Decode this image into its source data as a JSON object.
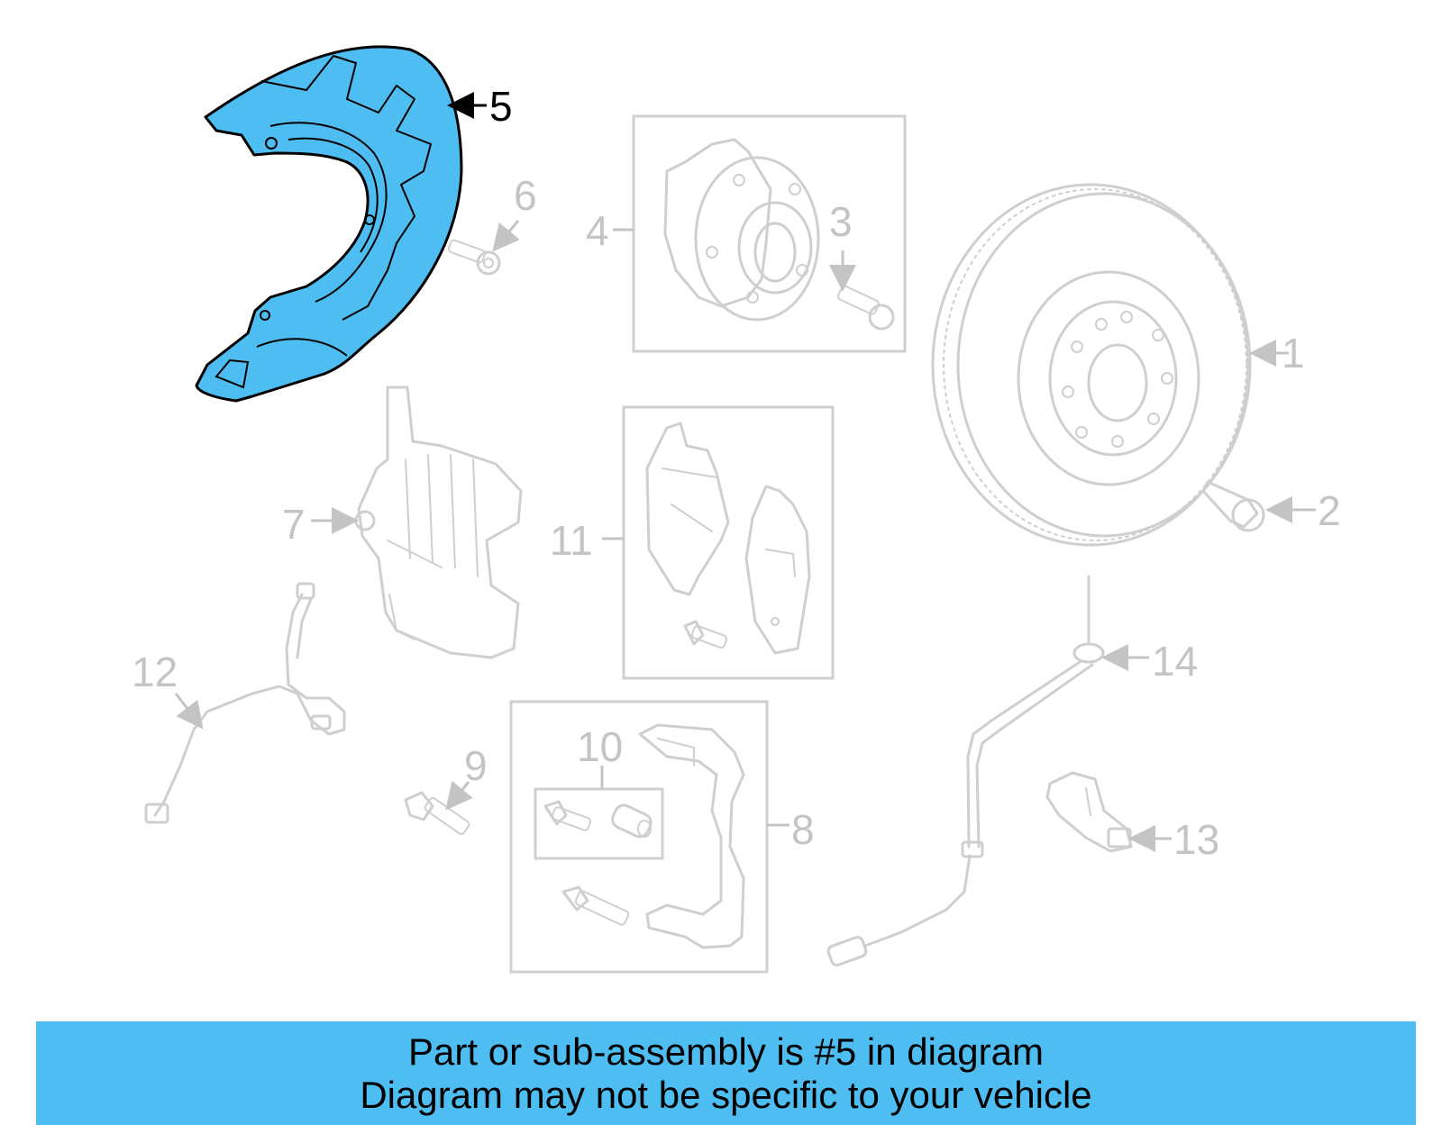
{
  "callouts": {
    "c1": "1",
    "c2": "2",
    "c3": "3",
    "c4": "4",
    "c5": "5",
    "c6": "6",
    "c7": "7",
    "c8": "8",
    "c9": "9",
    "c10": "10",
    "c11": "11",
    "c12": "12",
    "c13": "13",
    "c14": "14"
  },
  "highlight": {
    "part": "5",
    "fill_color": "#4dbdf2",
    "outline_color": "#000000"
  },
  "colors": {
    "ghost_lines": "#cfcfcf",
    "banner": "#4dbdf2"
  },
  "banner": {
    "line1": "Part or sub-assembly is #5 in diagram",
    "line2": "Diagram may not be specific to your vehicle"
  }
}
